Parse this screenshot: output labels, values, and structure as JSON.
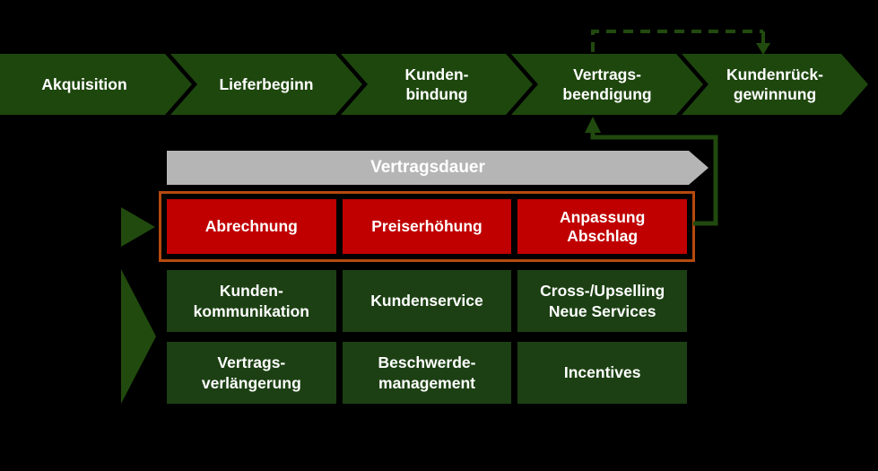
{
  "colors": {
    "background": "#000000",
    "stage_green": "#1e470e",
    "box_green": "#1c4013",
    "connector_green": "#214a0e",
    "highlight_red": "#c00000",
    "highlight_border_orange": "#b54a0e",
    "duration_gray": "#b5b5b5",
    "label_text": "#ffffff"
  },
  "stages": [
    {
      "label": "Akquisition"
    },
    {
      "label": "Lieferbeginn"
    },
    {
      "label": "Kunden-\nbindung"
    },
    {
      "label": "Vertrags-\nbeendigung"
    },
    {
      "label": "Kundenrück-\ngewinnung"
    }
  ],
  "duration_arrow": {
    "label": "Vertragsdauer"
  },
  "highlight_group": {
    "cells": [
      {
        "label": "Abrechnung"
      },
      {
        "label": "Preiserhöhung"
      },
      {
        "label": "Anpassung\nAbschlag"
      }
    ]
  },
  "measure_rows": [
    {
      "cells": [
        {
          "label": "Kunden-\nkommunikation"
        },
        {
          "label": "Kundenservice"
        },
        {
          "label": "Cross-/Upselling\nNeue Services"
        }
      ]
    },
    {
      "cells": [
        {
          "label": "Vertrags-\nverlängerung"
        },
        {
          "label": "Beschwerde-\nmanagement"
        },
        {
          "label": "Incentives"
        }
      ]
    }
  ],
  "icons": {
    "winback_dashed_arrow": "dashed-elbow-arrow-down",
    "feedback_solid_arrow": "solid-elbow-arrow-up",
    "highlight_pointer": "right-triangle",
    "measures_pointer": "right-triangle"
  }
}
